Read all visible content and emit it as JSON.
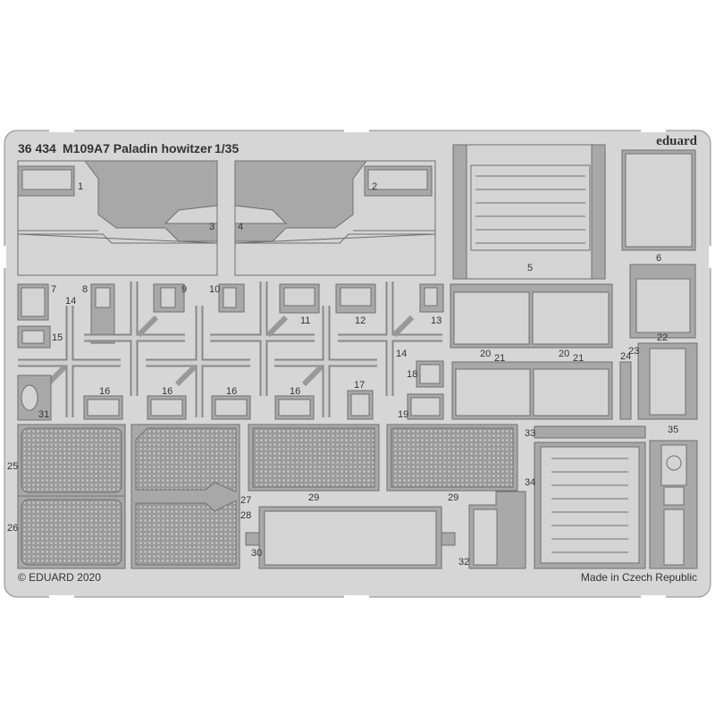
{
  "header": {
    "kit_number": "36 434",
    "title": "M109A7 Paladin howitzer",
    "scale": "1/35",
    "brand": "eduard"
  },
  "footer": {
    "copyright": "© EDUARD 2020",
    "origin": "Made in Czech Republic"
  },
  "part_numbers": [
    "1",
    "2",
    "3",
    "4",
    "5",
    "6",
    "7",
    "8",
    "9",
    "10",
    "11",
    "12",
    "13",
    "14",
    "14",
    "15",
    "16",
    "16",
    "16",
    "16",
    "17",
    "18",
    "19",
    "20",
    "21",
    "20",
    "21",
    "22",
    "23",
    "24",
    "25",
    "26",
    "27",
    "28",
    "29",
    "29",
    "30",
    "31",
    "32",
    "33",
    "34",
    "35"
  ],
  "colors": {
    "fret": "#d4d4d4",
    "relief": "#a8a8a8",
    "outline": "#6f6f6f"
  }
}
